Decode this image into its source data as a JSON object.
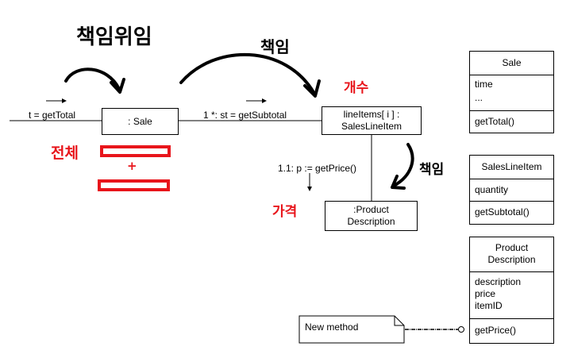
{
  "handwritten": {
    "delegation": "책임위임",
    "responsibility_top": "책임",
    "count": "개수",
    "total": "전체",
    "responsibility_right": "책임",
    "price": "가격",
    "plus": "+"
  },
  "messages": {
    "get_total": "t = getTotal",
    "get_subtotal": "1 *: st = getSubtotal",
    "get_price": "1.1: p := getPrice()"
  },
  "objects": {
    "sale": ": Sale",
    "line_items_line1": "lineItems[ i ] :",
    "line_items_line2": "SalesLineItem",
    "product_line1": ":Product",
    "product_line2": "Description"
  },
  "note": {
    "text": "New method"
  },
  "classes": {
    "sale": {
      "name": "Sale",
      "attrs": [
        "time",
        "..."
      ],
      "ops": [
        "getTotal()"
      ]
    },
    "sales_line_item": {
      "name": "SalesLineItem",
      "attrs": [
        "quantity"
      ],
      "ops": [
        "getSubtotal()"
      ]
    },
    "product_description": {
      "name_line1": "Product",
      "name_line2": "Description",
      "attrs": [
        "description",
        "price",
        "itemID"
      ],
      "ops": [
        "getPrice()"
      ]
    }
  },
  "colors": {
    "ink": "#000000",
    "markup_red": "#e8151b"
  }
}
